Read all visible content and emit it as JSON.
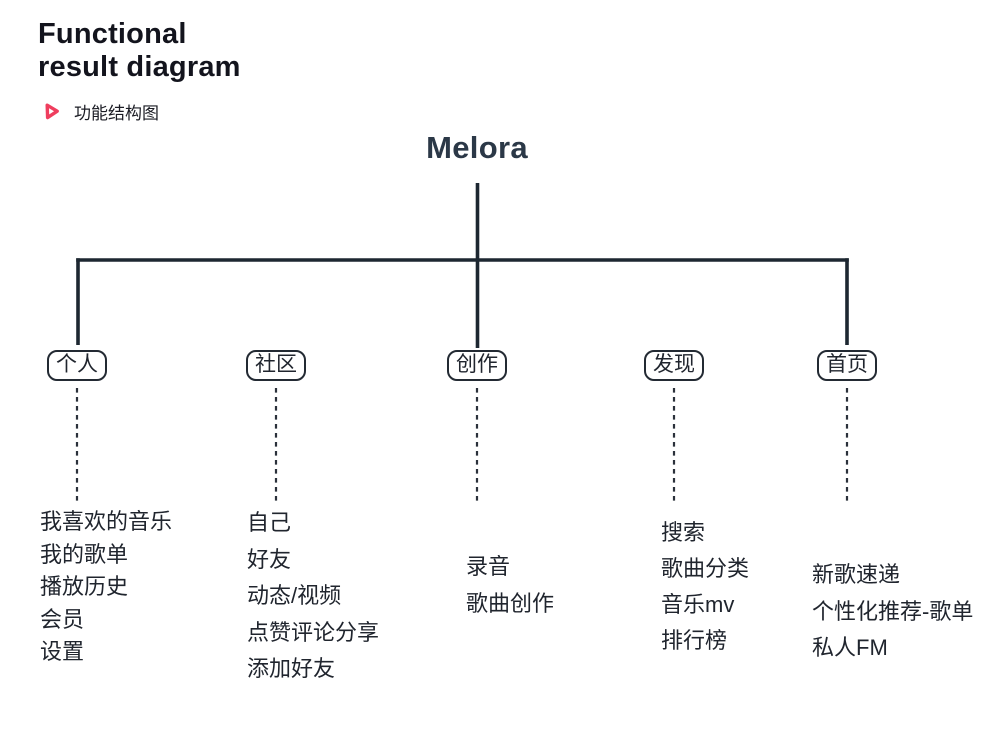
{
  "header": {
    "title": "Functional\nresult diagram",
    "subtitle": "功能结构图",
    "accent_color": "#ef3e5e"
  },
  "diagram": {
    "root": "Melora",
    "line_color": "#1d2731",
    "branches": [
      {
        "label": "个人",
        "items": [
          "我喜欢的音乐",
          "我的歌单",
          "播放历史",
          "会员",
          "设置"
        ]
      },
      {
        "label": "社区",
        "items": [
          "自己",
          "好友",
          "动态/视频",
          "点赞评论分享",
          "添加好友"
        ]
      },
      {
        "label": "创作",
        "items": [
          "录音",
          "歌曲创作"
        ]
      },
      {
        "label": "发现",
        "items": [
          "搜索",
          "歌曲分类",
          "音乐mv",
          "排行榜"
        ]
      },
      {
        "label": "首页",
        "items": [
          "新歌速递",
          "个性化推荐-歌单",
          "私人FM"
        ]
      }
    ]
  }
}
